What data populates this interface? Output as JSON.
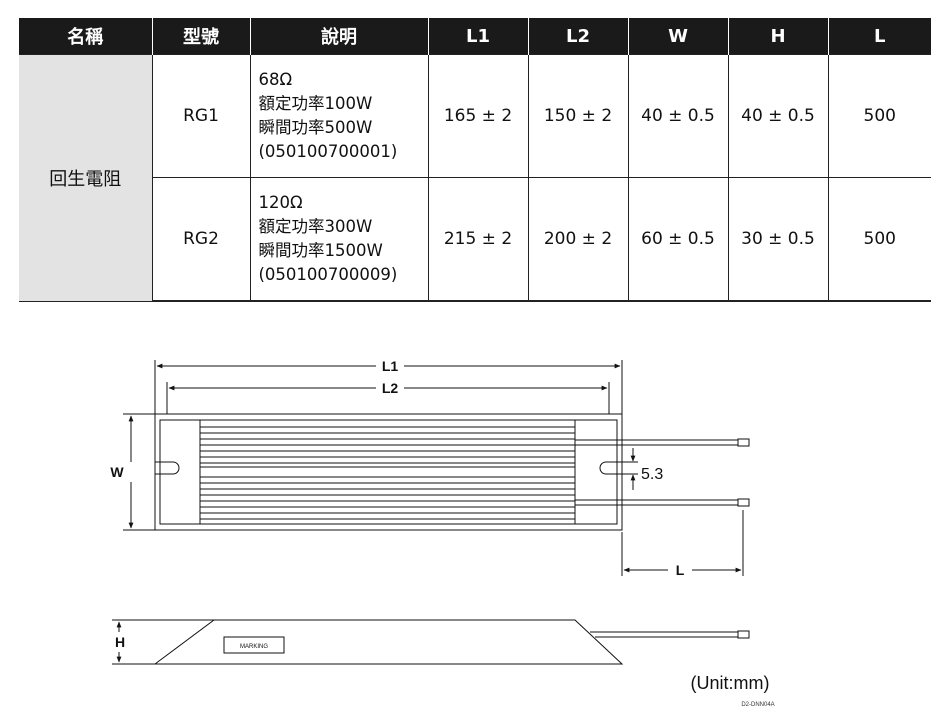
{
  "table": {
    "headers": [
      "名稱",
      "型號",
      "說明",
      "L1",
      "L2",
      "W",
      "H",
      "L"
    ],
    "name": "回生電阻",
    "rows": [
      {
        "model": "RG1",
        "desc": [
          "68Ω",
          "額定功率100W",
          "瞬間功率500W",
          "(050100700001)"
        ],
        "L1": "165 ± 2",
        "L2": "150 ± 2",
        "W": "40 ± 0.5",
        "H": "40 ± 0.5",
        "L": "500"
      },
      {
        "model": "RG2",
        "desc": [
          "120Ω",
          "額定功率300W",
          "瞬間功率1500W",
          "(050100700009)"
        ],
        "L1": "215 ± 2",
        "L2": "200 ± 2",
        "W": "60 ± 0.5",
        "H": "30 ± 0.5",
        "L": "500"
      }
    ]
  },
  "drawing": {
    "dim_L1": "L1",
    "dim_L2": "L2",
    "dim_W": "W",
    "dim_H": "H",
    "dim_L": "L",
    "slot_size": "5.3",
    "marking_label": "MARKING",
    "unit_note": "(Unit:mm)",
    "drawing_code": "D2-DNN04A"
  }
}
